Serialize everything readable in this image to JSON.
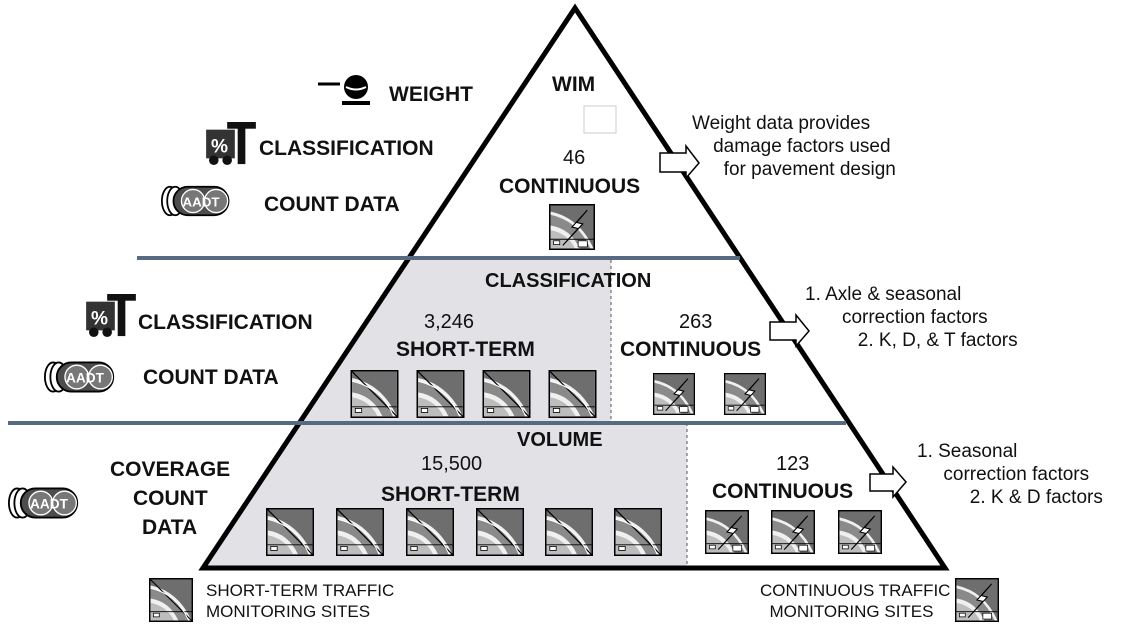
{
  "pyramid": {
    "top": {
      "category": "WIM",
      "count": "46",
      "type": "CONTINUOUS",
      "legend": {
        "weight": {
          "label": "WEIGHT",
          "icon": "wim-scale-icon"
        },
        "classification": {
          "label": "CLASSIFICATION",
          "icon": "percent-truck-icon"
        },
        "count": {
          "label": "COUNT DATA",
          "icon": "aadt-icon"
        }
      },
      "note": "Weight data provides\n    damage factors used\n      for pavement design"
    },
    "middle": {
      "category": "CLASSIFICATION",
      "short_term": {
        "count": "3,246",
        "type": "SHORT-TERM"
      },
      "continuous": {
        "count": "263",
        "type": "CONTINUOUS"
      },
      "legend": {
        "classification": {
          "label": "CLASSIFICATION",
          "icon": "percent-truck-icon"
        },
        "count": {
          "label": "COUNT DATA",
          "icon": "aadt-icon"
        }
      },
      "note": "1. Axle & seasonal\n       correction factors\n          2. K, D, & T factors"
    },
    "bottom": {
      "category": "VOLUME",
      "short_term": {
        "count": "15,500",
        "type": "SHORT-TERM"
      },
      "continuous": {
        "count": "123",
        "type": "CONTINUOUS"
      },
      "legend": {
        "coverage_1": "COVERAGE",
        "coverage_2": "COUNT",
        "coverage_3": "DATA",
        "icon": "aadt-icon"
      },
      "note": "1. Seasonal\n     correction factors\n          2. K & D factors"
    }
  },
  "footer": {
    "short_term_legend": "SHORT-TERM TRAFFIC\nMONITORING SITES",
    "continuous_legend": "CONTINUOUS TRAFFIC\n  MONITORING SITES"
  },
  "colors": {
    "band_line": "#566b82",
    "shaded_area": "#e2e2e6",
    "outline": "#000000"
  }
}
